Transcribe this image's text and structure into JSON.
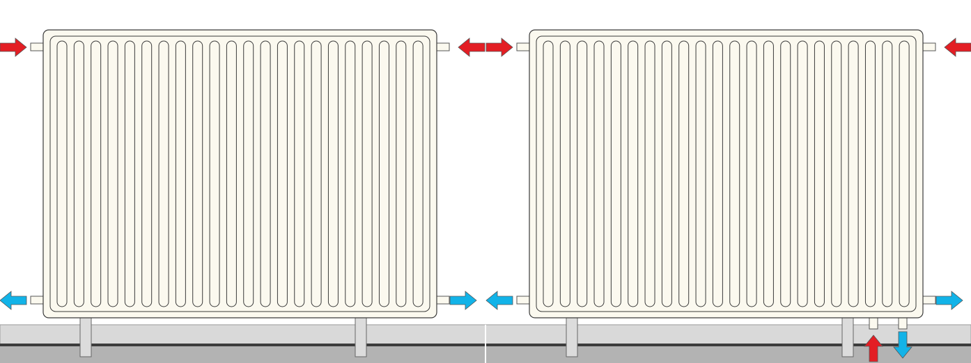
{
  "colors": {
    "radiator_fill": "#fbf9ef",
    "outline": "#3a3a3a",
    "hot": "#e31e24",
    "cold": "#12b3e8",
    "floor_light": "#d9d9d9",
    "floor_line": "#3c3c3c",
    "floor_dark": "#b3b3b3",
    "leg": "#dcdcdc"
  },
  "radiators": [
    {
      "name": "side-connection-radiator",
      "fins": 22,
      "arrows": [
        {
          "name": "hot-inlet-left-top-arrow",
          "type": "hot",
          "dir": "right"
        },
        {
          "name": "hot-inlet-right-top-arrow",
          "type": "hot",
          "dir": "left"
        },
        {
          "name": "cold-outlet-left-bottom-arrow",
          "type": "cold",
          "dir": "left"
        },
        {
          "name": "cold-outlet-right-bottom-arrow",
          "type": "cold",
          "dir": "right"
        }
      ]
    },
    {
      "name": "bottom-connection-radiator",
      "fins": 22,
      "arrows": [
        {
          "name": "hot-inlet-left-top-arrow",
          "type": "hot",
          "dir": "right"
        },
        {
          "name": "hot-inlet-right-top-arrow",
          "type": "hot",
          "dir": "left"
        },
        {
          "name": "cold-outlet-left-bottom-arrow",
          "type": "cold",
          "dir": "left"
        },
        {
          "name": "cold-outlet-right-bottom-arrow",
          "type": "cold",
          "dir": "right"
        },
        {
          "name": "hot-inlet-bottom-arrow",
          "type": "hot",
          "dir": "up"
        },
        {
          "name": "cold-outlet-bottom-arrow",
          "type": "cold",
          "dir": "down"
        }
      ]
    }
  ]
}
